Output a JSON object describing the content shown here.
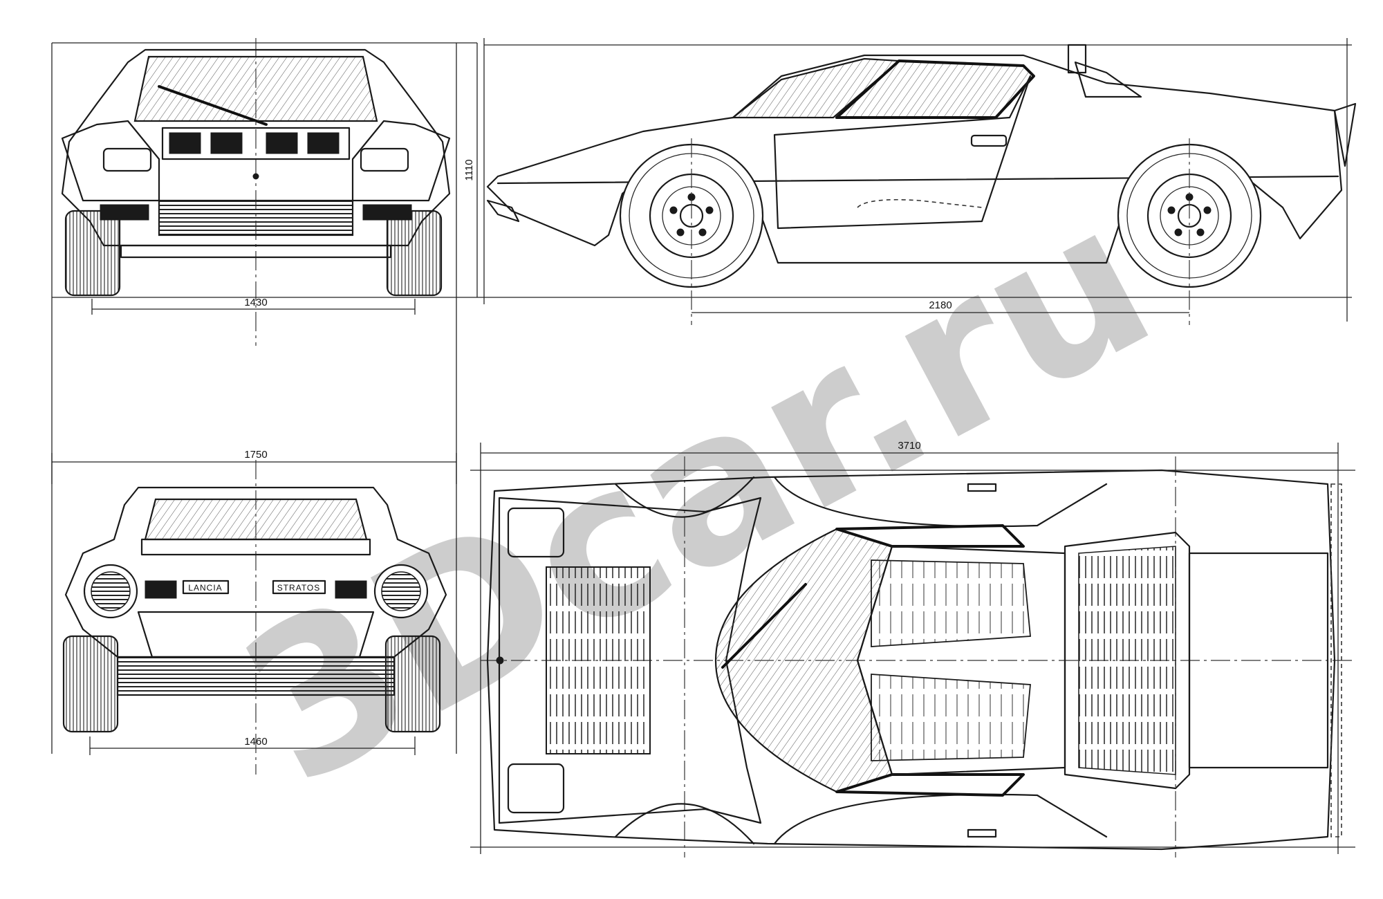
{
  "drawing": {
    "dimensions": {
      "front_track": "1430",
      "height": "1110",
      "wheelbase": "2180",
      "width": "1750",
      "rear_track": "1460",
      "length": "3710"
    },
    "badges": {
      "left": "LANCIA",
      "right": "STRATOS"
    },
    "watermark": "3Dcar.ru"
  }
}
